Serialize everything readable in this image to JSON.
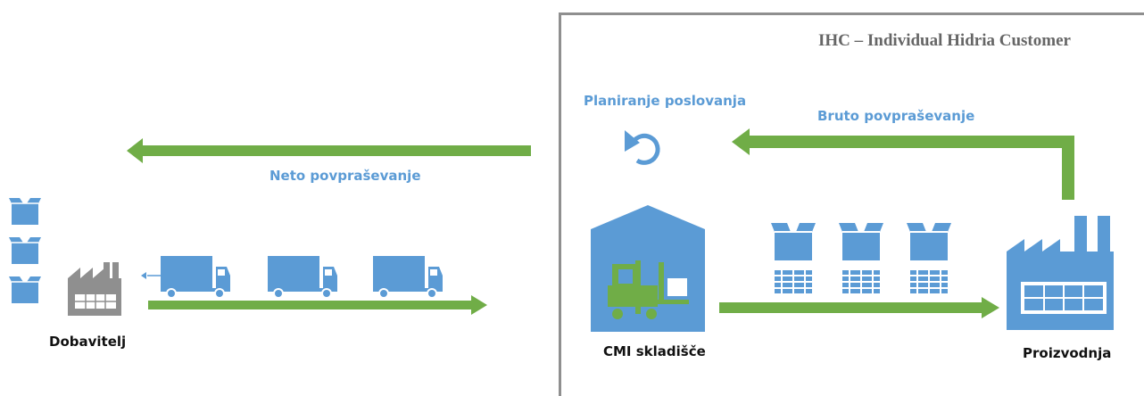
{
  "ihc": {
    "title": "IHC – Individual Hidria Customer"
  },
  "labels": {
    "planning": "Planiranje poslovanja",
    "gross_demand": "Bruto povpraševanje",
    "net_demand": "Neto povpraševanje",
    "supplier": "Dobavitelj",
    "warehouse": "CMI skladišče",
    "production": "Proizvodnja"
  },
  "colors": {
    "green": "#70ad47",
    "blue": "#5b9bd5",
    "gray": "#8f8f8f"
  }
}
